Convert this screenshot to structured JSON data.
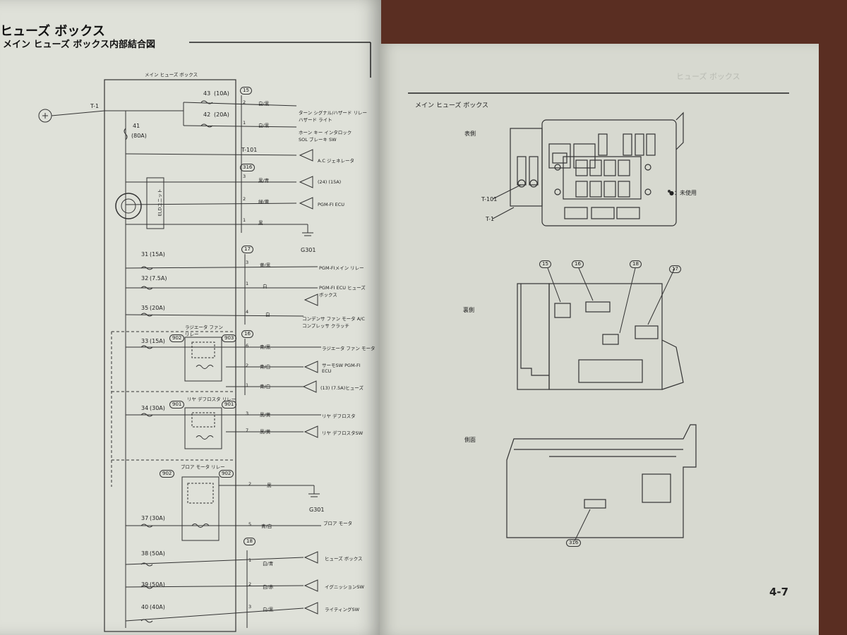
{
  "left_page": {
    "title": "ヒューズ ボックス",
    "subtitle": "メイン ヒューズ ボックス内部結合図",
    "box_label": "メイン ヒューズ ボックス",
    "terminal_t1": "T-1",
    "terminal_t101": "T-101",
    "fuses": [
      {
        "no": "43",
        "rating": "(10A)"
      },
      {
        "no": "42",
        "rating": "(20A)"
      },
      {
        "no": "41",
        "rating": "(80A)"
      },
      {
        "no": "31",
        "rating": "(15A)"
      },
      {
        "no": "32",
        "rating": "(7.5A)"
      },
      {
        "no": "35",
        "rating": "(20A)"
      },
      {
        "no": "33",
        "rating": "(15A)"
      },
      {
        "no": "34",
        "rating": "(30A)"
      },
      {
        "no": "37",
        "rating": "(30A)"
      },
      {
        "no": "38",
        "rating": "(50A)"
      },
      {
        "no": "39",
        "rating": "(50A)"
      },
      {
        "no": "40",
        "rating": "(40A)"
      }
    ],
    "connectors": [
      "15",
      "316",
      "17",
      "16",
      "18"
    ],
    "relays": [
      {
        "name": "ラジエータ ファン リレー",
        "pin_l": "902",
        "pin_r": "903"
      },
      {
        "name": "リヤ デフロスタ リレー",
        "pin_l": "901",
        "pin_r": "901"
      },
      {
        "name": "ブロア モータ リレー",
        "pin_l": "902",
        "pin_r": "902"
      }
    ],
    "eld_label": "ELDユニット",
    "wires": [
      {
        "pin": "2",
        "color": "白/黒",
        "dest": "ターン シグナル/ハザード リレー ハザード ライト"
      },
      {
        "pin": "1",
        "color": "白/黒",
        "dest": "ホーン キー インタロック SOL ブレーキ SW"
      },
      {
        "pin": "",
        "color": "",
        "dest": "A.C ジェネレータ"
      },
      {
        "pin": "3",
        "color": "黒/青",
        "dest": "(24) (15A)"
      },
      {
        "pin": "2",
        "color": "緑/黄",
        "dest": "PGM-FI ECU"
      },
      {
        "pin": "1",
        "color": "黒",
        "dest": "G301"
      },
      {
        "pin": "3",
        "color": "黄/黒",
        "dest": "PGM-FIメイン リレー"
      },
      {
        "pin": "1",
        "color": "白",
        "dest": "PGM-FI ECU ヒューズ ボックス"
      },
      {
        "pin": "4",
        "color": "白",
        "dest": "コンデンサ ファン モータ A/Cコンプレッサ クラッチ"
      },
      {
        "pin": "6",
        "color": "青/黒",
        "dest": "ラジエータ ファン モータ"
      },
      {
        "pin": "2",
        "color": "青/白",
        "dest": "サーモSW PGM-FI ECU"
      },
      {
        "pin": "1",
        "color": "青/白",
        "dest": "(13) (7.5A)ヒューズ"
      },
      {
        "pin": "3",
        "color": "黒/黄",
        "dest": "リヤ デフロスタ"
      },
      {
        "pin": "7",
        "color": "黒/黄",
        "dest": "リヤ デフロスタSW"
      },
      {
        "pin": "2",
        "color": "黒",
        "dest": "G301"
      },
      {
        "pin": "5",
        "color": "青/白",
        "dest": "ブロア モータ"
      },
      {
        "pin": "1",
        "color": "白/青",
        "dest": "ヒューズ ボックス"
      },
      {
        "pin": "2",
        "color": "白/赤",
        "dest": "イグニッションSW"
      },
      {
        "pin": "3",
        "color": "白/黒",
        "dest": "ライティングSW"
      }
    ],
    "ground": "G301"
  },
  "right_page": {
    "faded_header": "ヒューズ ボックス",
    "section_title": "メイン ヒューズ ボックス",
    "view_front": "表側",
    "view_back": "裏側",
    "view_side": "側面",
    "legend_unused": "●：未使用",
    "labels_t101": "T-101",
    "labels_t1": "T-1",
    "back_connectors": [
      "15",
      "16",
      "18",
      "17"
    ],
    "side_connector": "316",
    "page_number": "4-7"
  },
  "colors": {
    "paper_left": "#dfe1d9",
    "paper_right": "#d7d9d0",
    "background": "#5a2e22",
    "ink": "#222222"
  }
}
